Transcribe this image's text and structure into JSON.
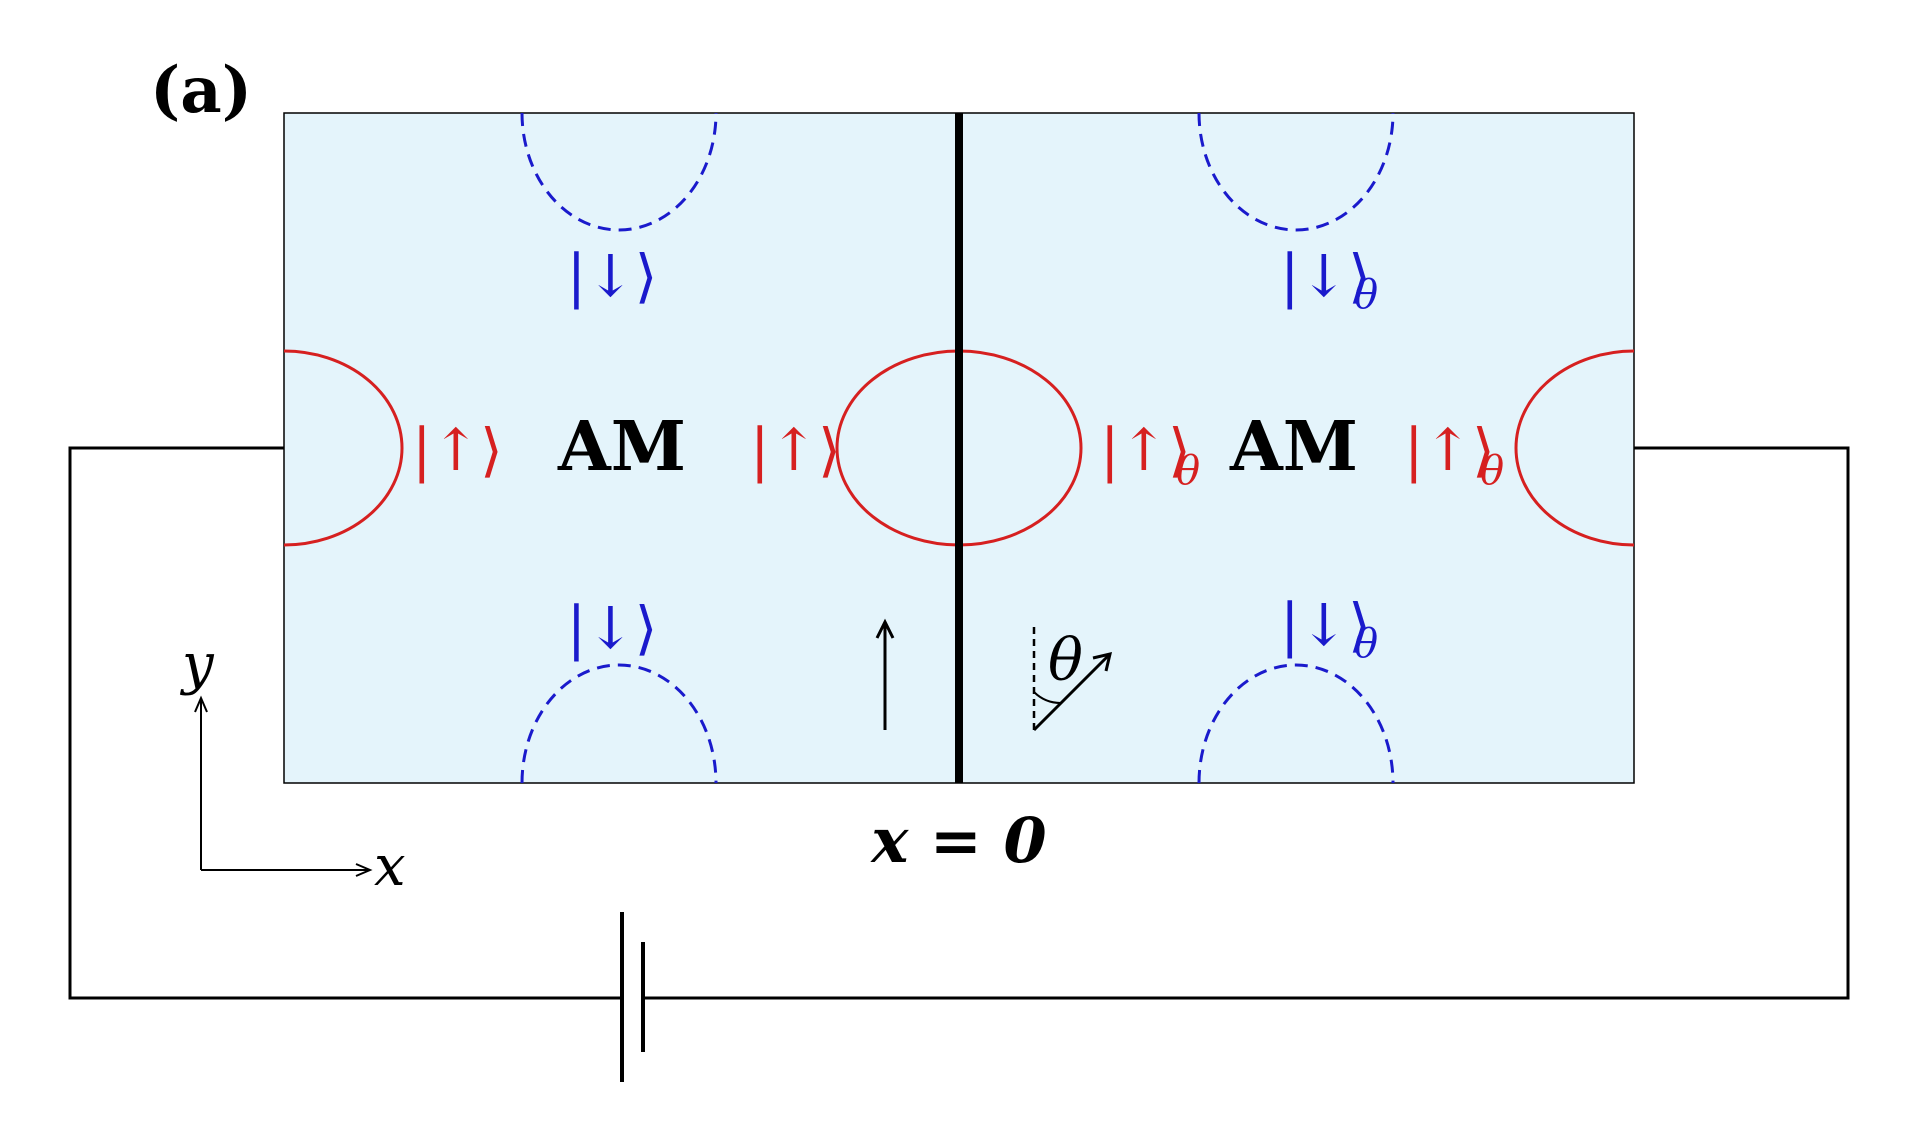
{
  "panel_label": "(a)",
  "left_region": {
    "label": "AM",
    "spin_down_top": "|↓⟩",
    "spin_down_bottom": "|↓⟩",
    "spin_up_left": "|↑⟩",
    "spin_up_right": "|↑⟩",
    "moment_arrow": "↑"
  },
  "right_region": {
    "label": "AM",
    "spin_down_top": "|↓⟩",
    "spin_down_top_sub": "θ",
    "spin_down_bottom": "|↓⟩",
    "spin_down_bottom_sub": "θ",
    "spin_up_left": "|↑⟩",
    "spin_up_left_sub": "θ",
    "spin_up_right": "|↑⟩",
    "spin_up_right_sub": "θ",
    "angle_label": "θ"
  },
  "interface_label": "x = 0",
  "axes": {
    "x_label": "x",
    "y_label": "y"
  },
  "colors": {
    "region_fill": "#e4f4fb",
    "spin_up": "#d62020",
    "spin_down": "#1a1acc",
    "line": "#000000"
  }
}
